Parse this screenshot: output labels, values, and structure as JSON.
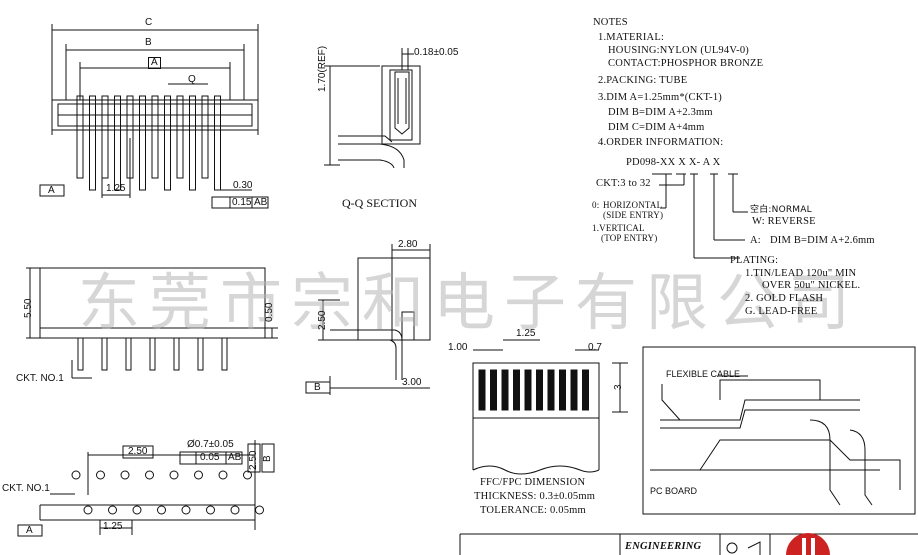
{
  "notes": {
    "title": "NOTES",
    "material_heading": "1.MATERIAL:",
    "housing": "HOUSING:NYLON (UL94V-0)",
    "contact": "CONTACT:PHOSPHOR BRONZE",
    "packing": "2.PACKING: TUBE",
    "dim_a": "3.DIM A=1.25mm*(CKT-1)",
    "dim_b": "DIM B=DIM A+2.3mm",
    "dim_c": "DIM C=DIM A+4mm",
    "order_heading": "4.ORDER INFORMATION:",
    "part_number": "PD098-XX X X- A X",
    "ckt": "CKT:3 to 32",
    "horizontal_code": "0:",
    "horizontal": "HORIZONTAL",
    "side_entry": "(SIDE ENTRY)",
    "vertical": "1.VERTICAL",
    "top_entry": "(TOP ENTRY)",
    "normal": "空白:NORMAL",
    "reverse": "W: REVERSE",
    "a_code": "A:",
    "a_desc": "DIM B=DIM A+2.6mm",
    "plating_heading": "PLATING:",
    "plating_1a": "1.TIN/LEAD 120u\" MIN",
    "plating_1b": "OVER 50u\" NICKEL.",
    "plating_2": "2. GOLD FLASH",
    "plating_3": "G. LEAD-FREE"
  },
  "watermark": "东莞市宗和电子有限公司",
  "section_label": "Q-Q SECTION",
  "fpc": {
    "title": "FFC/FPC DIMENSION",
    "thickness": "THICKNESS: 0.3±0.05mm",
    "tolerance": "TOLERANCE: 0.05mm",
    "dim_100": "1.00",
    "dim_125": "1.25",
    "dim_07": "0.7",
    "dim_3": "3"
  },
  "front_view": {
    "dim_c": "C",
    "dim_b": "B",
    "dim_a": "A",
    "q": "Q",
    "datum_a": "A",
    "pitch": "1.25",
    "pin_w": "0.30",
    "tol": "0.15",
    "tol_ref": "AB"
  },
  "section_view": {
    "dim_018": "0.18±0.05",
    "dim_170": "1.70(REF)"
  },
  "side_view": {
    "dim_550": "5.50",
    "dim_050": "0.50",
    "ckt_no1": "CKT. NO.1"
  },
  "right_view": {
    "dim_280": "2.80",
    "dim_250": "2.50",
    "dim_300": "3.00",
    "datum_b": "B"
  },
  "footprint": {
    "dim_250": "2.50",
    "hole": "Ø0.7±0.05",
    "tol": "0.05",
    "tol_ref": "AB",
    "dim_250v": "2.50",
    "datum_b": "B",
    "ckt_no1": "CKT. NO.1",
    "datum_a": "A",
    "pitch": "1.25"
  },
  "assembly": {
    "cable": "FLEXIBLE CABLE",
    "board": "PC BOARD"
  },
  "title_block": {
    "engineering": "ENGINEERING"
  }
}
